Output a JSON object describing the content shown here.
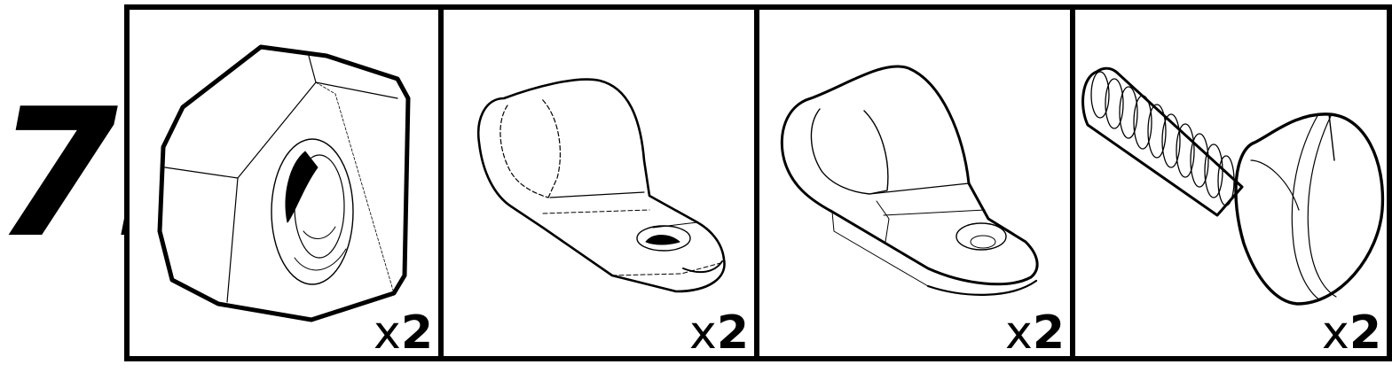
{
  "step": {
    "number": "7."
  },
  "parts": [
    {
      "name": "hex-nut",
      "quantity_prefix": "x",
      "quantity": "2",
      "icon": "hex-nut-icon"
    },
    {
      "name": "p-clip",
      "quantity_prefix": "x",
      "quantity": "2",
      "icon": "p-clip-icon"
    },
    {
      "name": "p-clip",
      "quantity_prefix": "x",
      "quantity": "2",
      "icon": "p-clip-icon"
    },
    {
      "name": "slotted-pan-head-screw",
      "quantity_prefix": "x",
      "quantity": "2",
      "icon": "screw-icon"
    }
  ],
  "colors": {
    "ink": "#000000",
    "background": "#ffffff"
  }
}
